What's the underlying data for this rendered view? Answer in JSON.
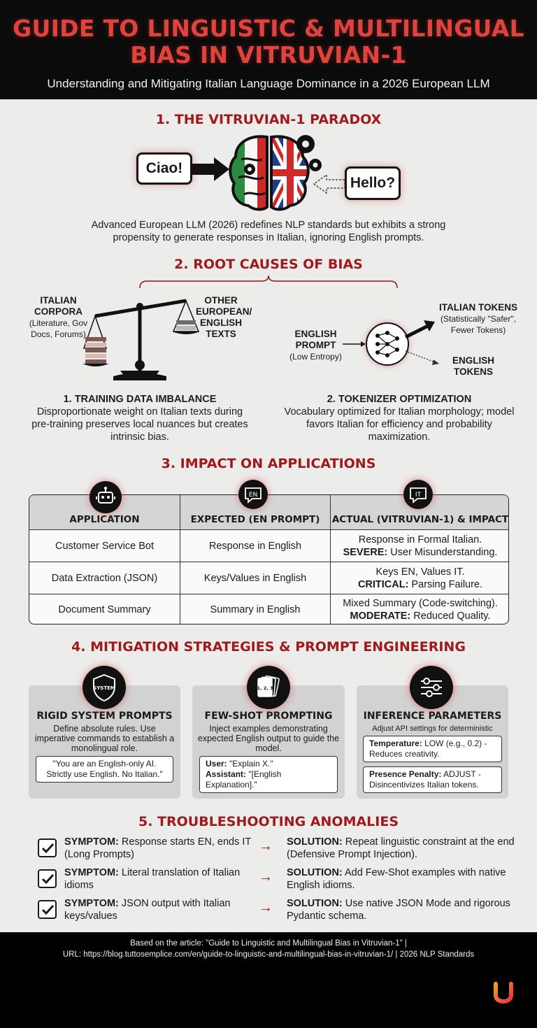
{
  "header": {
    "title": "GUIDE TO LINGUISTIC & MULTILINGUAL BIAS IN VITRUVIAN-1",
    "subtitle": "Understanding and Mitigating Italian Language Dominance in a 2026 European LLM"
  },
  "section1": {
    "title": "1. THE VITRUVIAN-1 PARADOX",
    "bubble_left": "Ciao!",
    "bubble_right": "Hello?",
    "description": "Advanced European LLM (2026) redefines NLP standards but exhibits a strong propensity to generate responses in Italian, ignoring English prompts."
  },
  "section2": {
    "title": "2. ROOT CAUSES OF BIAS",
    "scale_left_label": "ITALIAN CORPORA",
    "scale_left_note": "(Literature, Gov Docs, Forums)",
    "scale_right_label": "OTHER EUROPEAN/ ENGLISH TEXTS",
    "prompt_label": "ENGLISH PROMPT",
    "prompt_note": "(Low Entropy)",
    "it_tokens_label": "ITALIAN TOKENS",
    "it_tokens_note": "(Statistically \"Safer\", Fewer Tokens)",
    "en_tokens_label": "ENGLISH TOKENS",
    "cause1_title": "1. TRAINING DATA IMBALANCE",
    "cause1_desc": "Disproportionate weight on Italian texts during pre-training preserves local nuances but creates intrinsic bias.",
    "cause2_title": "2. TOKENIZER OPTIMIZATION",
    "cause2_desc": "Vocabulary optimized for Italian morphology; model favors Italian for efficiency and probability maximization."
  },
  "section3": {
    "title": "3. IMPACT ON APPLICATIONS",
    "icon_en": "EN",
    "icon_it": "IT",
    "headers": [
      "APPLICATION",
      "EXPECTED (EN PROMPT)",
      "ACTUAL (VITRUVIAN-1) & IMPACT"
    ],
    "rows": [
      {
        "app": "Customer Service Bot",
        "expected": "Response in English",
        "actual": "Response in Formal Italian.",
        "sev": "SEVERE:",
        "impact": " User Misunderstanding."
      },
      {
        "app": "Data Extraction (JSON)",
        "expected": "Keys/Values in English",
        "actual": "Keys EN, Values IT.",
        "sev": "CRITICAL:",
        "impact": " Parsing Failure."
      },
      {
        "app": "Document Summary",
        "expected": "Summary in English",
        "actual": "Mixed Summary (Code-switching).",
        "sev": "MODERATE:",
        "impact": " Reduced Quality."
      }
    ]
  },
  "section4": {
    "title": "4. MITIGATION STRATEGIES & PROMPT ENGINEERING",
    "card1": {
      "icon_text": "SYSTEM",
      "title": "RIGID SYSTEM PROMPTS",
      "desc": "Define absolute rules. Use imperative commands to establish a monolingual role.",
      "example": "\"You are an English-only AI. Strictly use English. No Italian.\""
    },
    "card2": {
      "icon_text": "1, 2, 3",
      "title": "FEW-SHOT PROMPTING",
      "desc": "Inject examples demonstrating expected English output to guide the model.",
      "user_label": "User:",
      "user_text": " \"Explain X.\"",
      "assistant_label": "Assistant:",
      "assistant_text": " \"[English Explanation].\""
    },
    "card3": {
      "title": "INFERENCE PARAMETERS",
      "desc": "Adjust API settings for deterministic output.",
      "p1_label": "Temperature:",
      "p1_text": " LOW (e.g., 0.2) - Reduces creativity.",
      "p2_label": "Presence Penalty:",
      "p2_text": " ADJUST - Disincentivizes Italian tokens."
    }
  },
  "section5": {
    "title": "5. TROUBLESHOOTING ANOMALIES",
    "items": [
      {
        "sym_label": "SYMPTOM:",
        "sym": " Response starts EN, ends IT (Long Prompts)",
        "sol_label": "SOLUTION:",
        "sol": " Repeat linguistic constraint at the end (Defensive Prompt Injection)."
      },
      {
        "sym_label": "SYMPTOM:",
        "sym": " Literal translation of Italian idioms",
        "sol_label": "SOLUTION:",
        "sol": " Add Few-Shot examples with native English idioms."
      },
      {
        "sym_label": "SYMPTOM:",
        "sym": " JSON output with Italian keys/values",
        "sol_label": "SOLUTION:",
        "sol": " Use native JSON Mode and rigorous Pydantic schema."
      }
    ]
  },
  "footer": {
    "line1": "Based on the article: \"Guide to Linguistic and Multilingual Bias in Vitruvian-1\" |",
    "line2": "URL: https://blog.tuttosemplice.com/en/guide-to-linguistic-and-multilingual-bias-in-vitruvian-1/ | 2026 NLP Standards"
  },
  "colors": {
    "accent_red": "#a0191c",
    "title_red": "#e0423e",
    "italy_green": "#2a8a3e",
    "uk_blue": "#1f3d8c"
  }
}
